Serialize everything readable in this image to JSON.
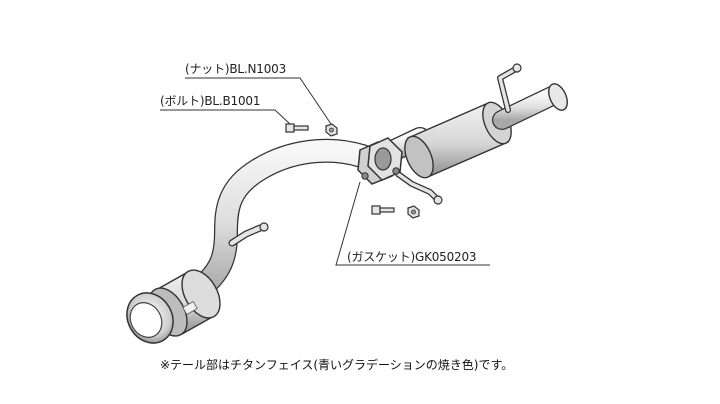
{
  "labels": {
    "nut": "(ナット)BL.N1003",
    "bolt": "(ボルト)BL.B1001",
    "gasket": "(ガスケット)GK050203"
  },
  "note": "※テール部はチタンフェイス(青いグラデーションの焼き色)です。",
  "colors": {
    "line": "#333333",
    "body_fill": "#e6e6e6",
    "shade": "#b0b0b0",
    "tip_fill": "#c8c8c8"
  }
}
